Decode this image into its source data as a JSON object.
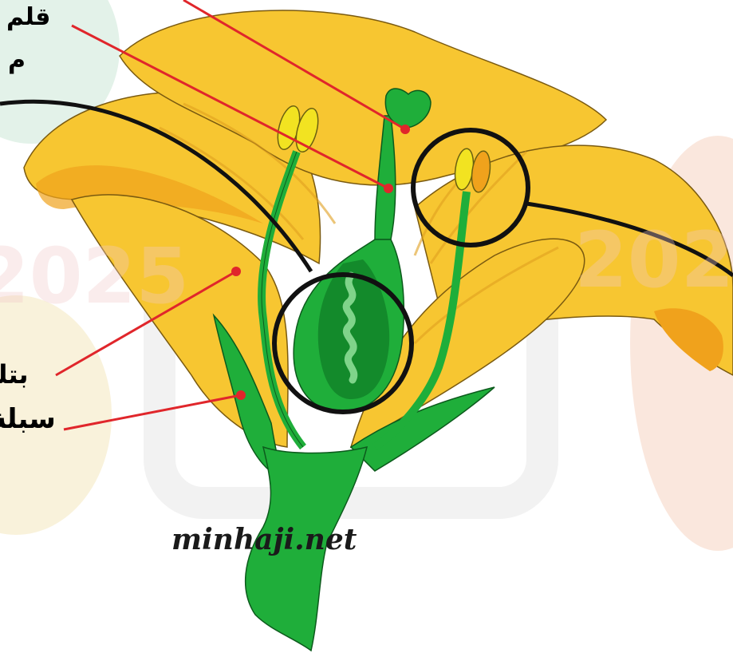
{
  "labels": {
    "style": "قلم",
    "ovary": "م",
    "petal": "بتلة",
    "sepal": "سبلة"
  },
  "watermark": {
    "site": "minhaji.net",
    "year": "2025"
  },
  "colors": {
    "petal": "#f7c631",
    "petal_shade": "#f0a21c",
    "stem": "#1fae3a",
    "stem_dark": "#138a2b",
    "anther": "#f2e321",
    "pointer": "#e0262b",
    "circle": "#111111",
    "background_blob_left": "#dcefe4",
    "background_blob_left2": "#f7efd2",
    "background_blob_right": "#f9e4d9"
  }
}
